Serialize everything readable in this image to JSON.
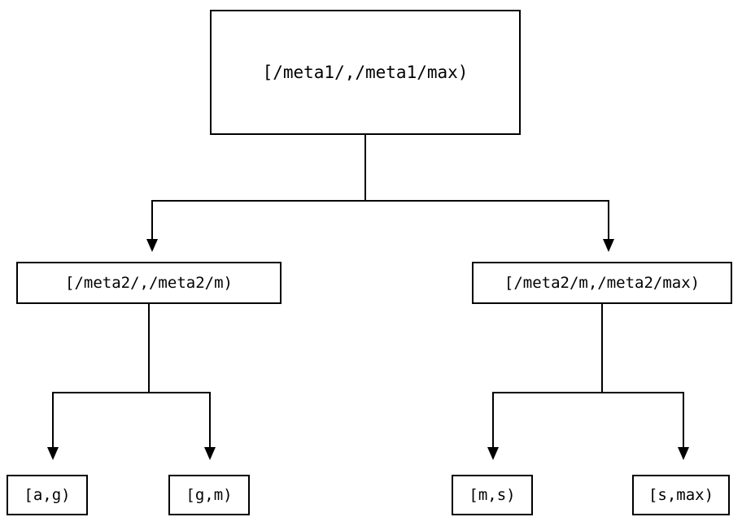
{
  "diagram": {
    "type": "tree",
    "title": "",
    "orientation": "top-down",
    "edge_style": "orthogonal-elbow",
    "arrowhead": "filled-triangle-down",
    "colors": {
      "background": "#ffffff",
      "stroke": "#000000",
      "node_fill": "#ffffff",
      "text": "#000000"
    },
    "nodes": {
      "root": {
        "id": "root",
        "label": "[/meta1/,/meta1/max)",
        "level": 0
      },
      "mid_left": {
        "id": "mid-left",
        "label": "[/meta2/,/meta2/m)",
        "level": 1
      },
      "mid_right": {
        "id": "mid-right",
        "label": "[/meta2/m,/meta2/max)",
        "level": 1
      },
      "leaf_ag": {
        "id": "leaf-ag",
        "label": "[a,g)",
        "level": 2
      },
      "leaf_gm": {
        "id": "leaf-gm",
        "label": "[g,m)",
        "level": 2
      },
      "leaf_ms": {
        "id": "leaf-ms",
        "label": "[m,s)",
        "level": 2
      },
      "leaf_smax": {
        "id": "leaf-smax",
        "label": "[s,max)",
        "level": 2
      }
    },
    "edges": [
      {
        "from": "root",
        "to": "mid_left"
      },
      {
        "from": "root",
        "to": "mid_right"
      },
      {
        "from": "mid_left",
        "to": "leaf_ag"
      },
      {
        "from": "mid_left",
        "to": "leaf_gm"
      },
      {
        "from": "mid_right",
        "to": "leaf_ms"
      },
      {
        "from": "mid_right",
        "to": "leaf_smax"
      }
    ]
  }
}
